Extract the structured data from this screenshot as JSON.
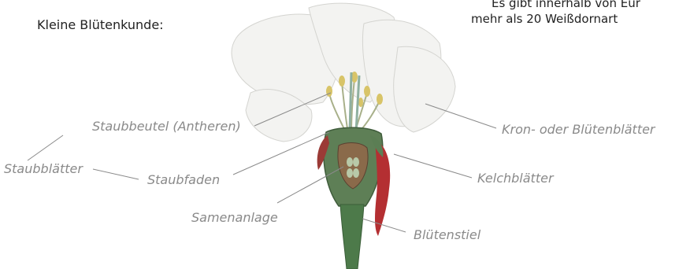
{
  "heading": "Kleine Blütenkunde:",
  "note": {
    "line1": "Es gibt innerhalb von Eur",
    "line2": "mehr als 20 Weißdornart"
  },
  "labels": {
    "staubbeutel": "Staubbeutel (Antheren)",
    "staubblaetter": "Staubblätter",
    "staubfaden": "Staubfaden",
    "samenanlage": "Samenanlage",
    "kronblaetter": "Kron- oder Blütenblätter",
    "kelchblaetter": "Kelchblätter",
    "bluetenstiel": "Blütenstiel"
  },
  "colors": {
    "label_text": "#8a8a8a",
    "leader_line": "#8a8a8a",
    "petal": "#f2f2f0",
    "stem": "#4f7a4c",
    "sepal": "#b23030",
    "anther": "#d9c56a"
  }
}
